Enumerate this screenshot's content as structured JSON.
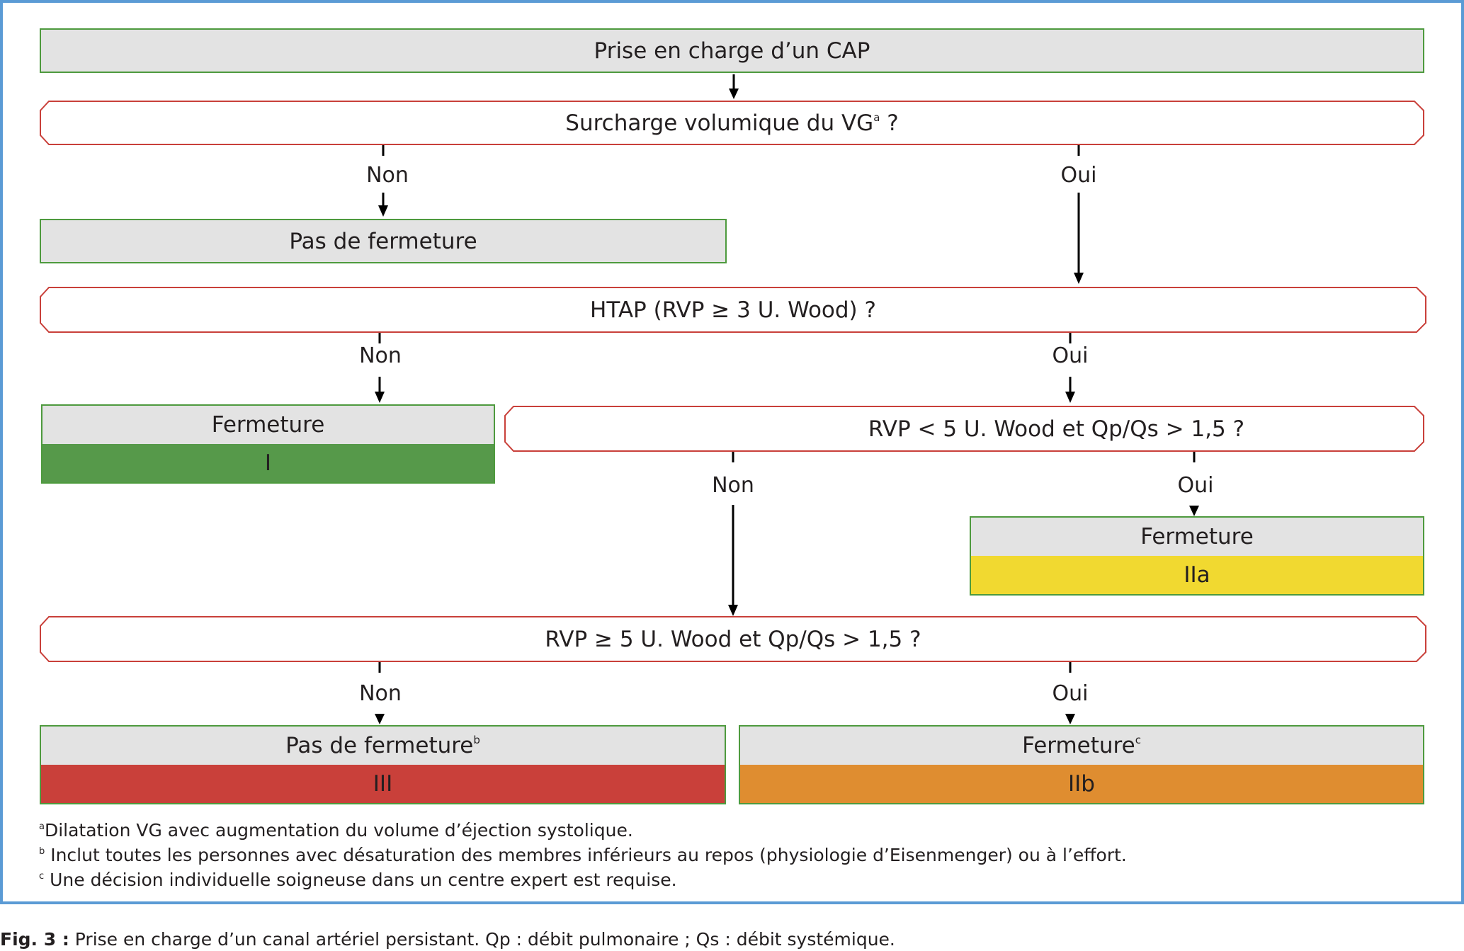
{
  "start": {
    "label": "Prise en charge d’un CAP"
  },
  "q1": {
    "label": "Surcharge volumique du VG",
    "sup": "a",
    "suffix": " ?"
  },
  "q1_no": "Non",
  "q1_yes": "Oui",
  "r1": {
    "label": "Pas de fermeture"
  },
  "q2": {
    "label": "HTAP (RVP ≥ 3 U. Wood) ?"
  },
  "q2_no": "Non",
  "q2_yes": "Oui",
  "r2": {
    "label": "Fermeture",
    "class": "I",
    "color": "#56994a"
  },
  "q3": {
    "label": "RVP < 5 U. Wood et Qp/Qs > 1,5 ?"
  },
  "q3_no": "Non",
  "q3_yes": "Oui",
  "r3": {
    "label": "Fermeture",
    "class": "IIa",
    "color": "#f1d930"
  },
  "q4": {
    "label": "RVP ≥ 5 U. Wood et Qp/Qs > 1,5 ?"
  },
  "q4_no": "Non",
  "q4_yes": "Oui",
  "r4": {
    "label": "Pas de fermeture",
    "sup": "b",
    "class": "III",
    "color": "#c9403a"
  },
  "r5": {
    "label": "Fermeture",
    "sup": "c",
    "class": "IIb",
    "color": "#df8d30"
  },
  "notes": [
    {
      "mark": "a",
      "text": "Dilatation VG avec augmentation du volume d’éjection systolique."
    },
    {
      "mark": "b",
      "text": " Inclut toutes les personnes avec désaturation des membres inférieurs au repos (physiologie d’Eisenmenger) ou à l’effort."
    },
    {
      "mark": "c",
      "text": " Une décision individuelle soigneuse dans un centre expert est requise."
    }
  ],
  "caption": {
    "prefix": "Fig. 3 :",
    "text": " Prise en charge d’un canal artériel persistant. Qp : débit pulmonaire ; Qs : débit systémique."
  }
}
